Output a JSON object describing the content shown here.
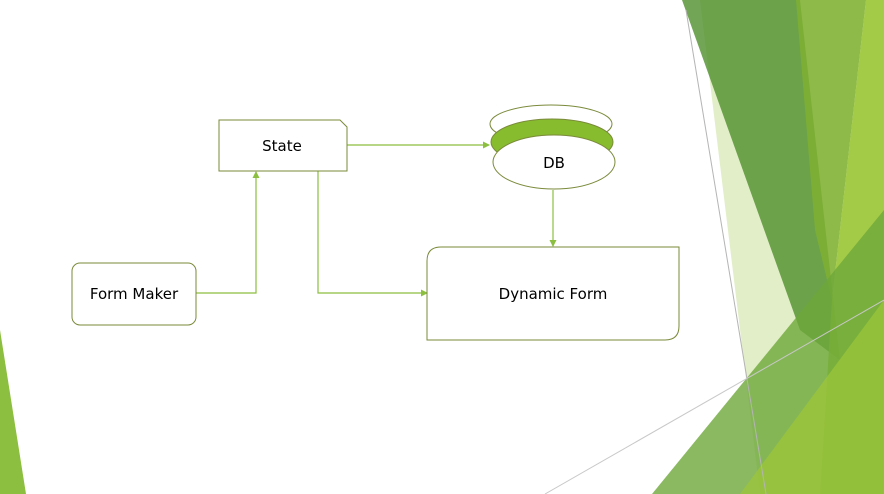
{
  "diagram": {
    "nodes": {
      "state": {
        "label": "State"
      },
      "db": {
        "label": "DB"
      },
      "form_maker": {
        "label": "Form Maker"
      },
      "dynamic_form": {
        "label": "Dynamic Form"
      }
    },
    "edges": [
      {
        "from": "form_maker",
        "to": "state"
      },
      {
        "from": "state",
        "to": "db"
      },
      {
        "from": "state",
        "to": "dynamic_form"
      },
      {
        "from": "db",
        "to": "dynamic_form"
      }
    ]
  },
  "theme": {
    "accent": "#8cbf3f",
    "line": "#8cbf3f",
    "shape_stroke": "#7a8a3a",
    "db_fill": "#86bc2e",
    "decor_dark": "#4f8f2a",
    "decor_mid": "#6ea83a",
    "decor_light": "#9cc63a",
    "decor_pale": "#cfe3a4"
  }
}
